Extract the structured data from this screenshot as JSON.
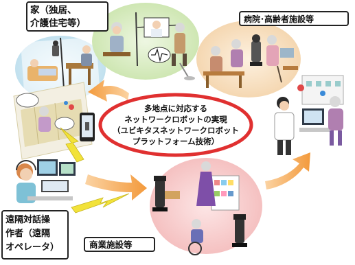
{
  "labels": {
    "home": {
      "line1": "家（独居、",
      "line2": "介護住宅等）"
    },
    "hospital": "病院･高齢者施設等",
    "remote": {
      "line1": "遠隔対話操",
      "line2": "作者（遠隔",
      "line3": "オペレータ）"
    },
    "commerce": "商業施設等"
  },
  "center": {
    "line1": "多地点に対応する",
    "line2": "ネットワークロボットの実現",
    "line3": "（ユビキタスネットワークロボット",
    "line4": "プラットフォーム技術）"
  },
  "colors": {
    "ellipse_border": "#e03030",
    "arrow_orange": "#f4a04a",
    "lightning": "#f2e23a",
    "home_bg": "#cfe8f2",
    "hospital_bg": "#f7e3c8",
    "room_bg": "#d9eec8",
    "commerce_bg": "#f8d4d4"
  }
}
